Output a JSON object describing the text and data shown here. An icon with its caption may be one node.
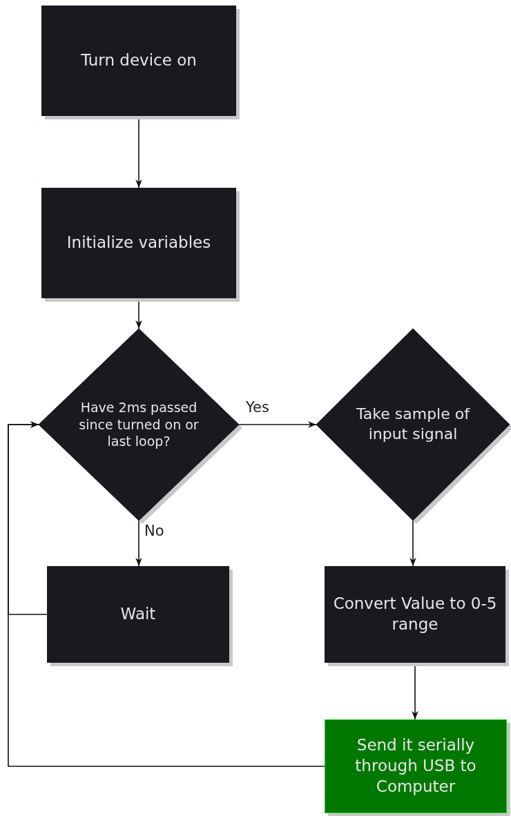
{
  "diagram": {
    "nodes": [
      {
        "text": [
          "Turn device on"
        ]
      },
      {
        "text": [
          "Initialize variables"
        ]
      },
      {
        "text": [
          "Have 2ms passed since turned on or last loop?"
        ]
      },
      {
        "text": [
          "Take sample of input signal"
        ]
      },
      {
        "text": [
          "Wait"
        ]
      },
      {
        "text": [
          "Convert Value to 0-5 range"
        ]
      },
      {
        "text": [
          "Send it serially through USB to Computer"
        ]
      }
    ],
    "edges": [
      {
        "from": 0,
        "to": 1,
        "arrow": "to"
      },
      {
        "from": 1,
        "to": 2,
        "arrow": "to"
      },
      {
        "from": 2,
        "to": 3,
        "arrow": "to",
        "label": "Yes"
      },
      {
        "from": 2,
        "to": 4,
        "arrow": "to",
        "label": "No"
      },
      {
        "from": 3,
        "to": 5,
        "arrow": "to"
      },
      {
        "from": 5,
        "to": 6,
        "arrow": "to"
      },
      {
        "from": 4,
        "to": 2,
        "arrow": "to"
      },
      {
        "from": 6,
        "to": 2,
        "arrow": "to"
      }
    ]
  }
}
